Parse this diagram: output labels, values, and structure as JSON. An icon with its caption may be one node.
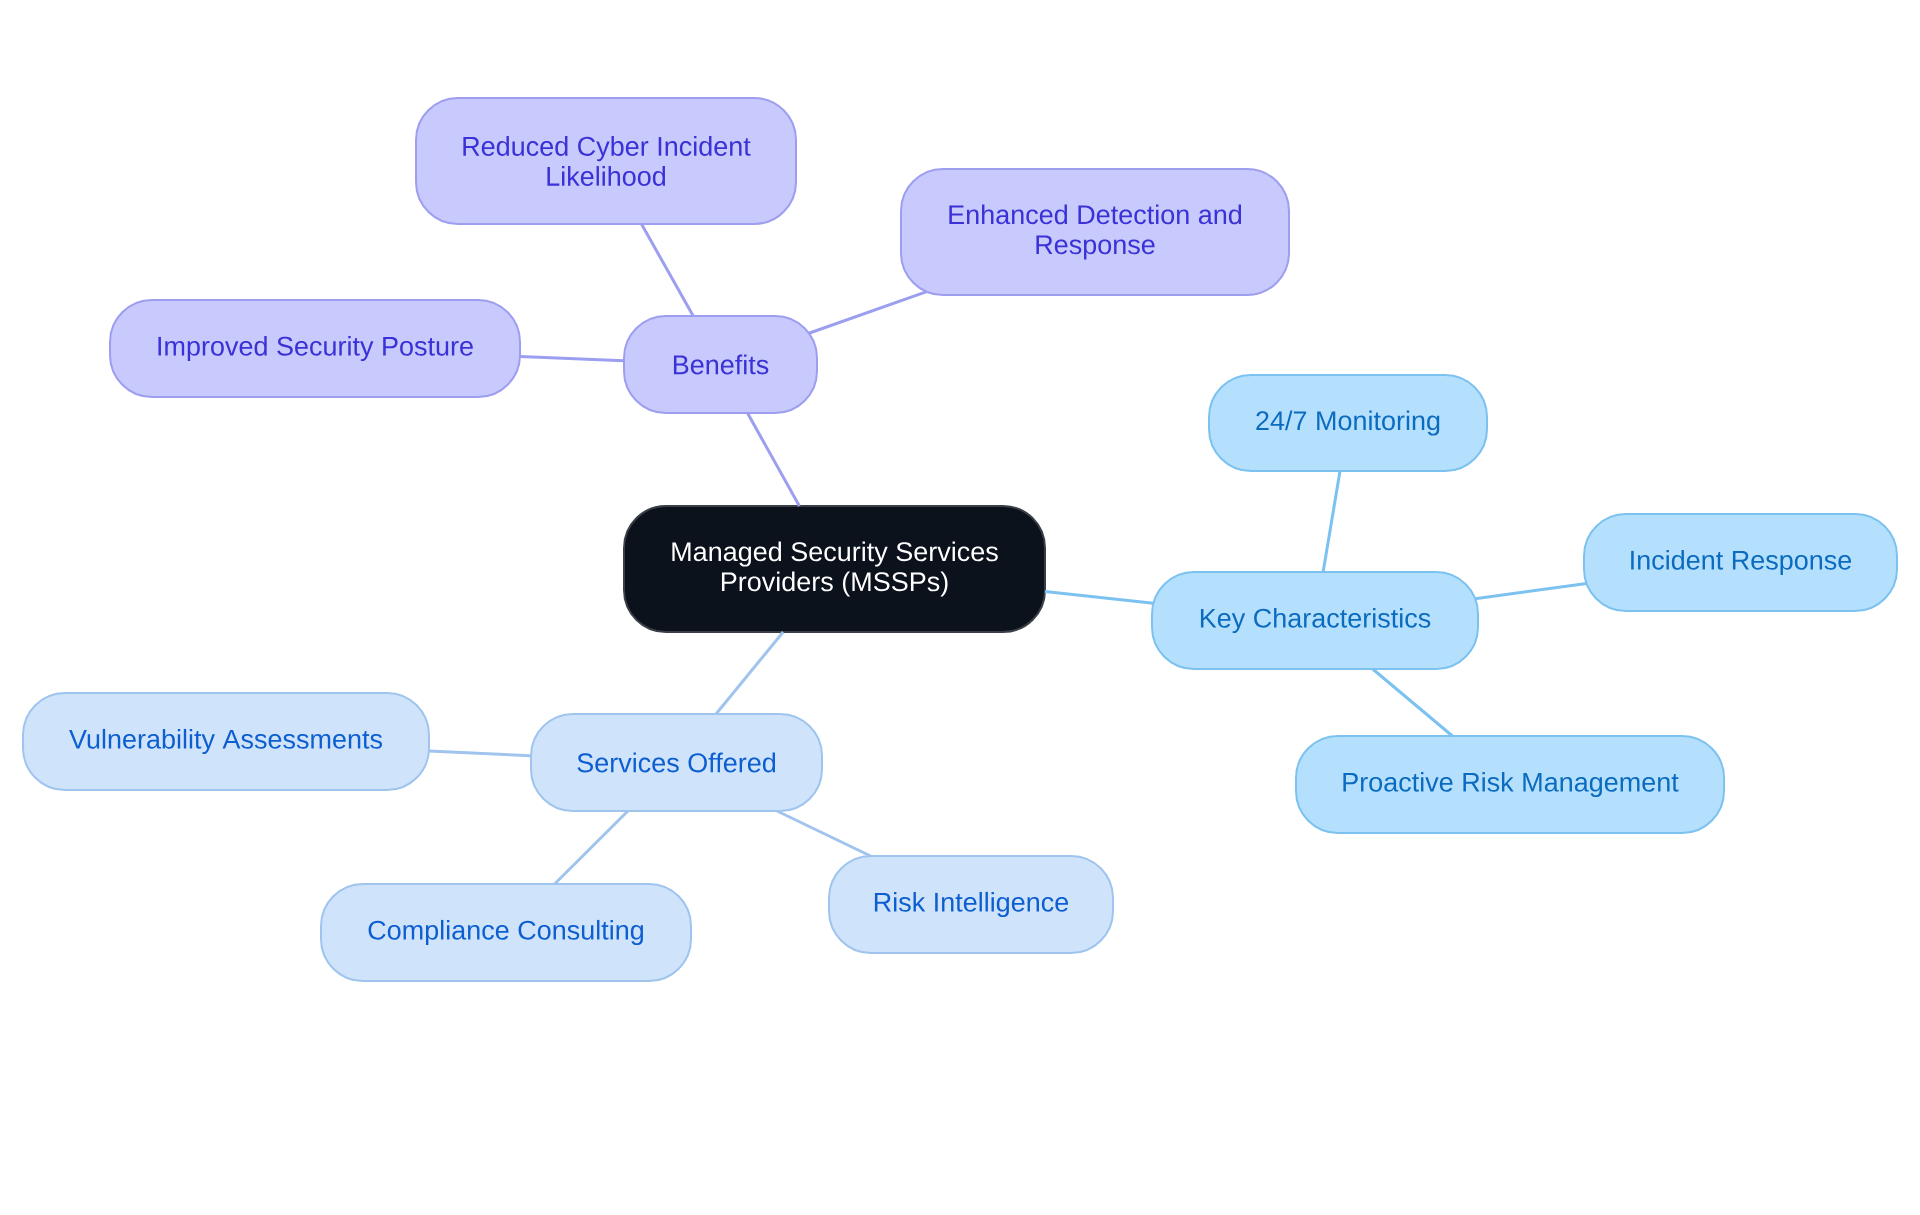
{
  "diagram": {
    "nodes": [
      {
        "text": [
          "Managed Security Services Providers (MSSPs)"
        ]
      },
      {
        "text": [
          "Benefits"
        ]
      },
      {
        "text": [
          "Reduced Cyber Incident Likelihood"
        ]
      },
      {
        "text": [
          "Enhanced Detection and Response"
        ]
      },
      {
        "text": [
          "Improved Security Posture"
        ]
      },
      {
        "text": [
          "Key Characteristics"
        ]
      },
      {
        "text": [
          "24/7 Monitoring"
        ]
      },
      {
        "text": [
          "Incident Response"
        ]
      },
      {
        "text": [
          "Proactive Risk Management"
        ]
      },
      {
        "text": [
          "Services Offered"
        ]
      },
      {
        "text": [
          "Vulnerability Assessments"
        ]
      },
      {
        "text": [
          "Compliance Consulting"
        ]
      },
      {
        "text": [
          "Risk Intelligence"
        ]
      }
    ],
    "edges": [
      {
        "from": 0,
        "to": 1,
        "arrow": "none",
        "color": "#9c9ef0"
      },
      {
        "from": 1,
        "to": 2,
        "arrow": "none",
        "color": "#9c9ef0"
      },
      {
        "from": 1,
        "to": 3,
        "arrow": "none",
        "color": "#9c9ef0"
      },
      {
        "from": 1,
        "to": 4,
        "arrow": "none",
        "color": "#9c9ef0"
      },
      {
        "from": 0,
        "to": 5,
        "arrow": "none"
      },
      {
        "from": 5,
        "to": 6,
        "arrow": "none"
      },
      {
        "from": 5,
        "to": 7,
        "arrow": "none"
      },
      {
        "from": 5,
        "to": 8,
        "arrow": "none"
      },
      {
        "from": 0,
        "to": 9,
        "arrow": "none",
        "color": "#a0c4ee"
      },
      {
        "from": 9,
        "to": 10,
        "arrow": "none",
        "color": "#a0c4ee"
      },
      {
        "from": 9,
        "to": 11,
        "arrow": "none",
        "color": "#a0c4ee"
      },
      {
        "from": 9,
        "to": 12,
        "arrow": "none",
        "color": "#a0c4ee"
      }
    ]
  }
}
